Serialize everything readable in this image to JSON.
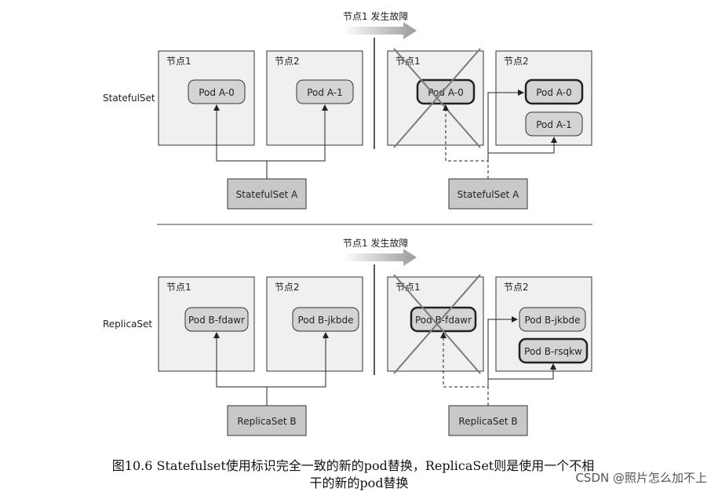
{
  "failure_label": "节点1 发生故障",
  "rows": [
    {
      "kind": "StatefulSet",
      "node1_label": "节点1",
      "node2_label": "节点2",
      "before": {
        "pod_node1": "Pod A-0",
        "pod_node2": "Pod A-1"
      },
      "after": {
        "failed_pod": "Pod A-0",
        "new_pod": "Pod A-0",
        "existing_pod": "Pod A-1"
      },
      "controller": "StatefulSet A"
    },
    {
      "kind": "ReplicaSet",
      "node1_label": "节点1",
      "node2_label": "节点2",
      "before": {
        "pod_node1": "Pod B-fdawr",
        "pod_node2": "Pod B-jkbde"
      },
      "after": {
        "failed_pod": "Pod B-fdawr",
        "existing_pod": "Pod B-jkbde",
        "new_pod": "Pod B-rsqkw"
      },
      "controller": "ReplicaSet B"
    }
  ],
  "caption": {
    "line1": "图10.6 Statefulset使用标识完全一致的新的pod替换，ReplicaSet则是使用一个不相",
    "line2": "干的新的pod替换"
  },
  "watermark": "CSDN @照片怎么加不上",
  "colors": {
    "node_fill": "#f0f0f0",
    "pod_fill": "#d4d4d4",
    "controller_fill": "#c8c8c8",
    "cross_line": "#7a7a7a",
    "arrow_gradient_start": "#ffffff",
    "arrow_gradient_end": "#9a9a9a"
  }
}
